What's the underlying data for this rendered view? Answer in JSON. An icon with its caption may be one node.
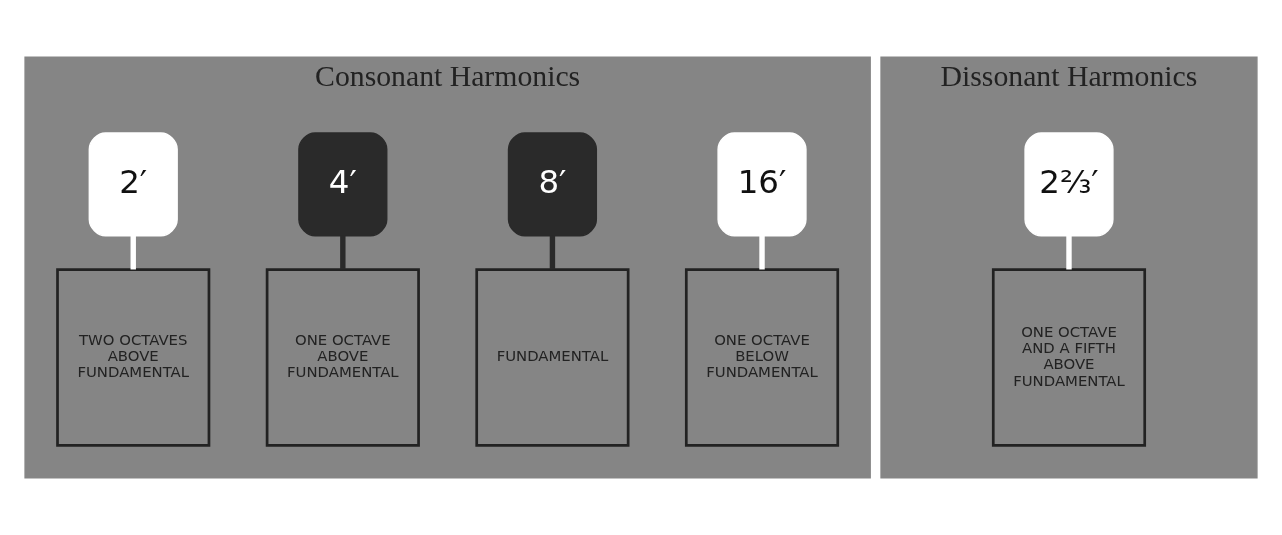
{
  "diagram": {
    "nodes": [
      {
        "text": [
          "Consonant Harmonics"
        ]
      },
      {
        "text": [
          "16′"
        ],
        "in": 0
      },
      {
        "text": [
          "8′"
        ],
        "in": 0
      },
      {
        "text": [
          "4′"
        ],
        "in": 0
      },
      {
        "text": [
          "2′"
        ],
        "in": 0
      },
      {
        "text": [
          "ONE OCTAVE BELOW FUNDAMENTAL"
        ],
        "in": 0
      },
      {
        "text": [
          "FUNDAMENTAL"
        ],
        "in": 0
      },
      {
        "text": [
          "ONE OCTAVE ABOVE FUNDAMENTAL"
        ],
        "in": 0
      },
      {
        "text": [
          "TWO OCTAVES ABOVE FUNDAMENTAL"
        ],
        "in": 0
      },
      {
        "text": [
          "Dissonant Harmonics"
        ]
      },
      {
        "text": [
          "2⅔′"
        ],
        "in": 9
      },
      {
        "text": [
          "ONE OCTAVE AND A FIFTH ABOVE FUNDAMENTAL"
        ],
        "in": 9
      }
    ],
    "edges": [
      {
        "from": 1,
        "to": 5,
        "arrow": "none"
      },
      {
        "from": 2,
        "to": 6,
        "arrow": "none",
        "color": "#2a2a2a"
      },
      {
        "from": 3,
        "to": 7,
        "arrow": "none",
        "color": "#2a2a2a"
      },
      {
        "from": 4,
        "to": 8,
        "arrow": "none"
      },
      {
        "from": 10,
        "to": 11,
        "arrow": "none"
      }
    ]
  }
}
